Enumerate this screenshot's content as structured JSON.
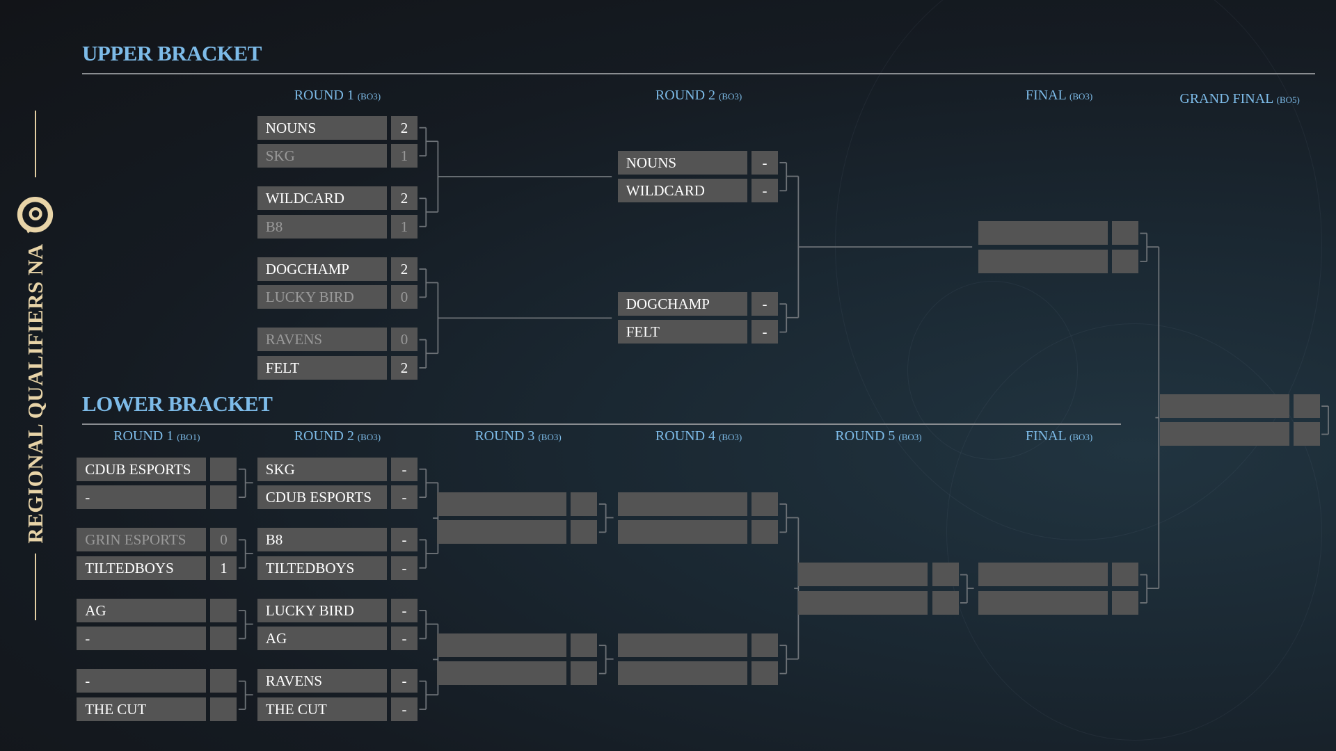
{
  "side_title": "REGIONAL QUALIFIERS NA",
  "colors": {
    "accent": "#7dbbe8",
    "gold": "#e8d4a8",
    "box": "#545454"
  },
  "upper": {
    "title": "UPPER BRACKET",
    "rounds": [
      {
        "label": "ROUND 1",
        "format": "(BO3)",
        "matches": [
          [
            {
              "name": "NOUNS",
              "score": "2"
            },
            {
              "name": "SKG",
              "score": "1",
              "loser": true
            }
          ],
          [
            {
              "name": "WILDCARD",
              "score": "2"
            },
            {
              "name": "B8",
              "score": "1",
              "loser": true
            }
          ],
          [
            {
              "name": "DOGCHAMP",
              "score": "2"
            },
            {
              "name": "LUCKY BIRD",
              "score": "0",
              "loser": true
            }
          ],
          [
            {
              "name": "RAVENS",
              "score": "0",
              "loser": true
            },
            {
              "name": "FELT",
              "score": "2"
            }
          ]
        ]
      },
      {
        "label": "ROUND 2",
        "format": "(BO3)",
        "matches": [
          [
            {
              "name": "NOUNS",
              "score": "-"
            },
            {
              "name": "WILDCARD",
              "score": "-"
            }
          ],
          [
            {
              "name": "DOGCHAMP",
              "score": "-"
            },
            {
              "name": "FELT",
              "score": "-"
            }
          ]
        ]
      },
      {
        "label": "FINAL",
        "format": "(BO3)",
        "matches": [
          [
            {
              "name": "",
              "score": ""
            },
            {
              "name": "",
              "score": ""
            }
          ]
        ]
      },
      {
        "label": "GRAND FINAL",
        "format": "(BO5)",
        "matches": [
          [
            {
              "name": "",
              "score": ""
            },
            {
              "name": "",
              "score": ""
            }
          ]
        ]
      }
    ]
  },
  "lower": {
    "title": "LOWER BRACKET",
    "rounds": [
      {
        "label": "ROUND 1",
        "format": "(BO1)",
        "matches": [
          [
            {
              "name": "CDUB ESPORTS",
              "score": ""
            },
            {
              "name": "-",
              "score": ""
            }
          ],
          [
            {
              "name": "GRIN ESPORTS",
              "score": "0",
              "loser": true
            },
            {
              "name": "TILTEDBOYS",
              "score": "1"
            }
          ],
          [
            {
              "name": "AG",
              "score": ""
            },
            {
              "name": "-",
              "score": ""
            }
          ],
          [
            {
              "name": "-",
              "score": ""
            },
            {
              "name": "THE CUT",
              "score": ""
            }
          ]
        ]
      },
      {
        "label": "ROUND 2",
        "format": "(BO3)",
        "matches": [
          [
            {
              "name": "SKG",
              "score": "-"
            },
            {
              "name": "CDUB ESPORTS",
              "score": "-"
            }
          ],
          [
            {
              "name": "B8",
              "score": "-"
            },
            {
              "name": "TILTEDBOYS",
              "score": "-"
            }
          ],
          [
            {
              "name": "LUCKY BIRD",
              "score": "-"
            },
            {
              "name": "AG",
              "score": "-"
            }
          ],
          [
            {
              "name": "RAVENS",
              "score": "-"
            },
            {
              "name": "THE CUT",
              "score": "-"
            }
          ]
        ]
      },
      {
        "label": "ROUND 3",
        "format": "(BO3)",
        "matches": [
          [
            {
              "name": "",
              "score": ""
            },
            {
              "name": "",
              "score": ""
            }
          ],
          [
            {
              "name": "",
              "score": ""
            },
            {
              "name": "",
              "score": ""
            }
          ]
        ]
      },
      {
        "label": "ROUND 4",
        "format": "(BO3)",
        "matches": [
          [
            {
              "name": "",
              "score": ""
            },
            {
              "name": "",
              "score": ""
            }
          ],
          [
            {
              "name": "",
              "score": ""
            },
            {
              "name": "",
              "score": ""
            }
          ]
        ]
      },
      {
        "label": "ROUND 5",
        "format": "(BO3)",
        "matches": [
          [
            {
              "name": "",
              "score": ""
            },
            {
              "name": "",
              "score": ""
            }
          ]
        ]
      },
      {
        "label": "FINAL",
        "format": "(BO3)",
        "matches": [
          [
            {
              "name": "",
              "score": ""
            },
            {
              "name": "",
              "score": ""
            }
          ]
        ]
      }
    ]
  }
}
